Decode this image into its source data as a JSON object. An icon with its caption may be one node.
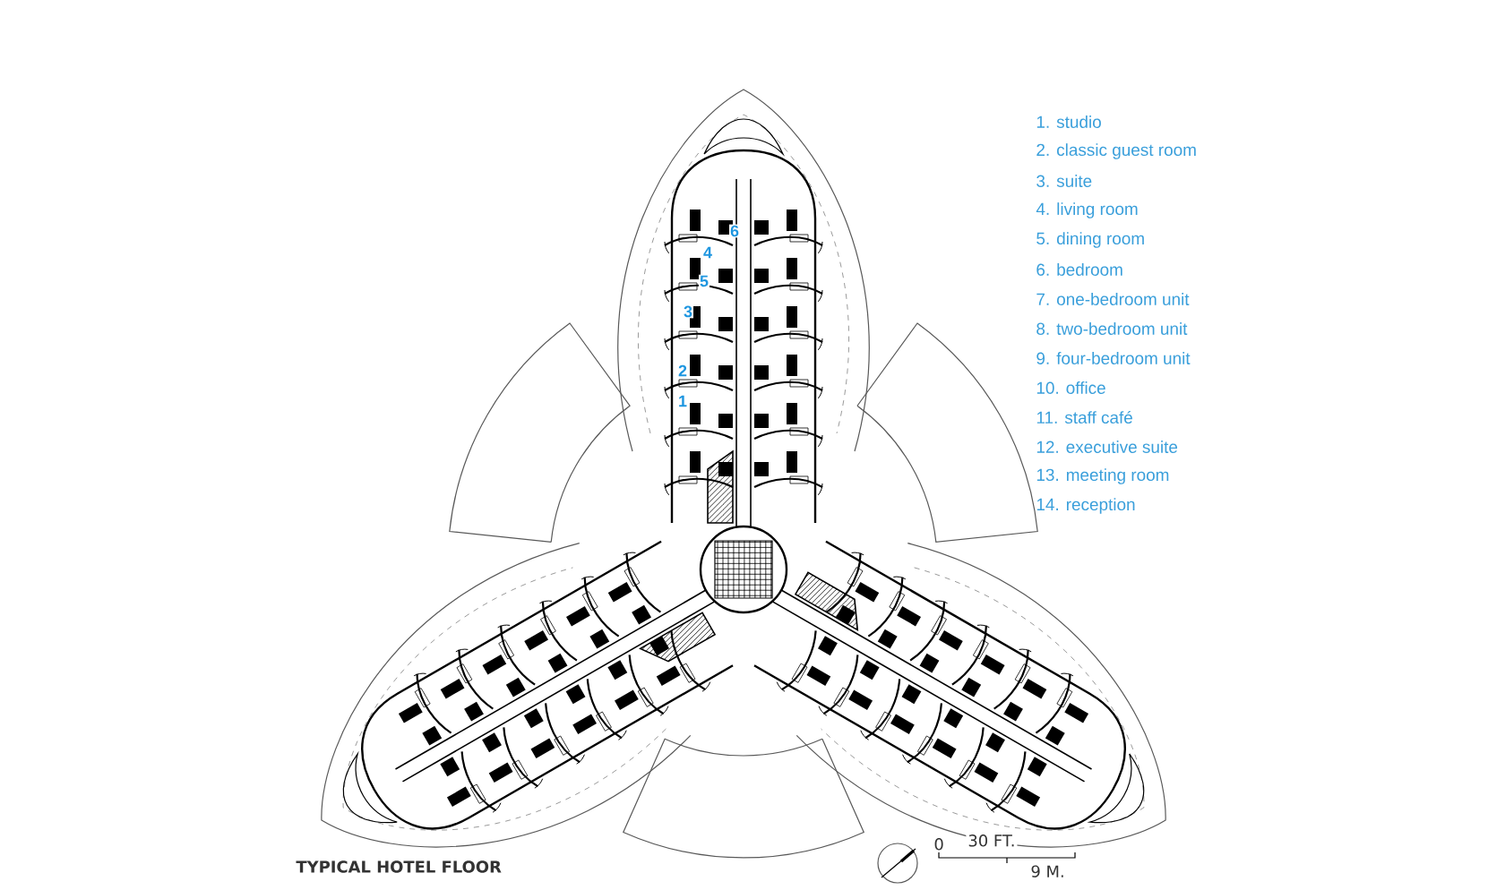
{
  "diagram": {
    "title": "TYPICAL HOTEL FLOOR",
    "labels": [
      "1. studio",
      "2. classic guest room",
      "3. suite",
      "4. living room",
      "5. dining room",
      "6. bedroom",
      "7. one-bedroom unit",
      "8. two-bedroom unit",
      "9. four-bedroom unit",
      "10. office",
      "11. staff café",
      "12. executive suite",
      "13. meeting room",
      "14. reception",
      "6",
      "4",
      "5",
      "3",
      "2",
      "1",
      "0",
      "30 FT.",
      "9 M."
    ]
  }
}
